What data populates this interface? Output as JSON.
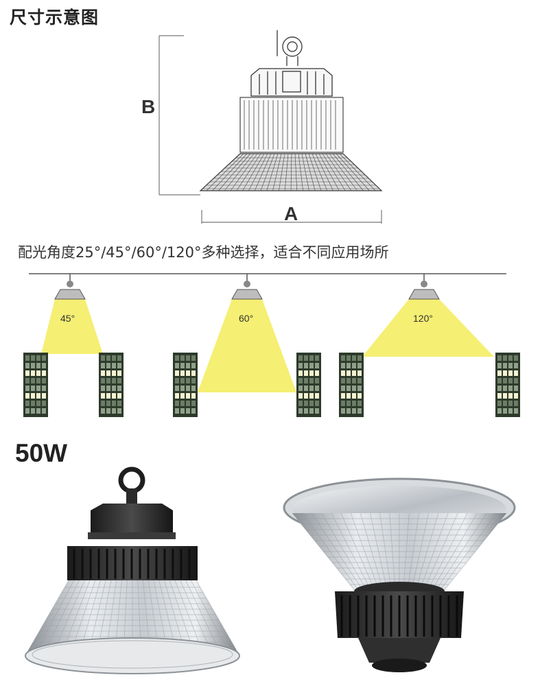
{
  "header": {
    "title": "尺寸示意图"
  },
  "dimension": {
    "height_label": "B",
    "width_label": "A"
  },
  "beam": {
    "caption": "配光角度25°/45°/60°/120°多种选择，适合不同应用场所",
    "angles": [
      "45°",
      "60°",
      "120°"
    ],
    "beam_color": "#f3ec5a"
  },
  "product": {
    "wattage": "50W"
  }
}
